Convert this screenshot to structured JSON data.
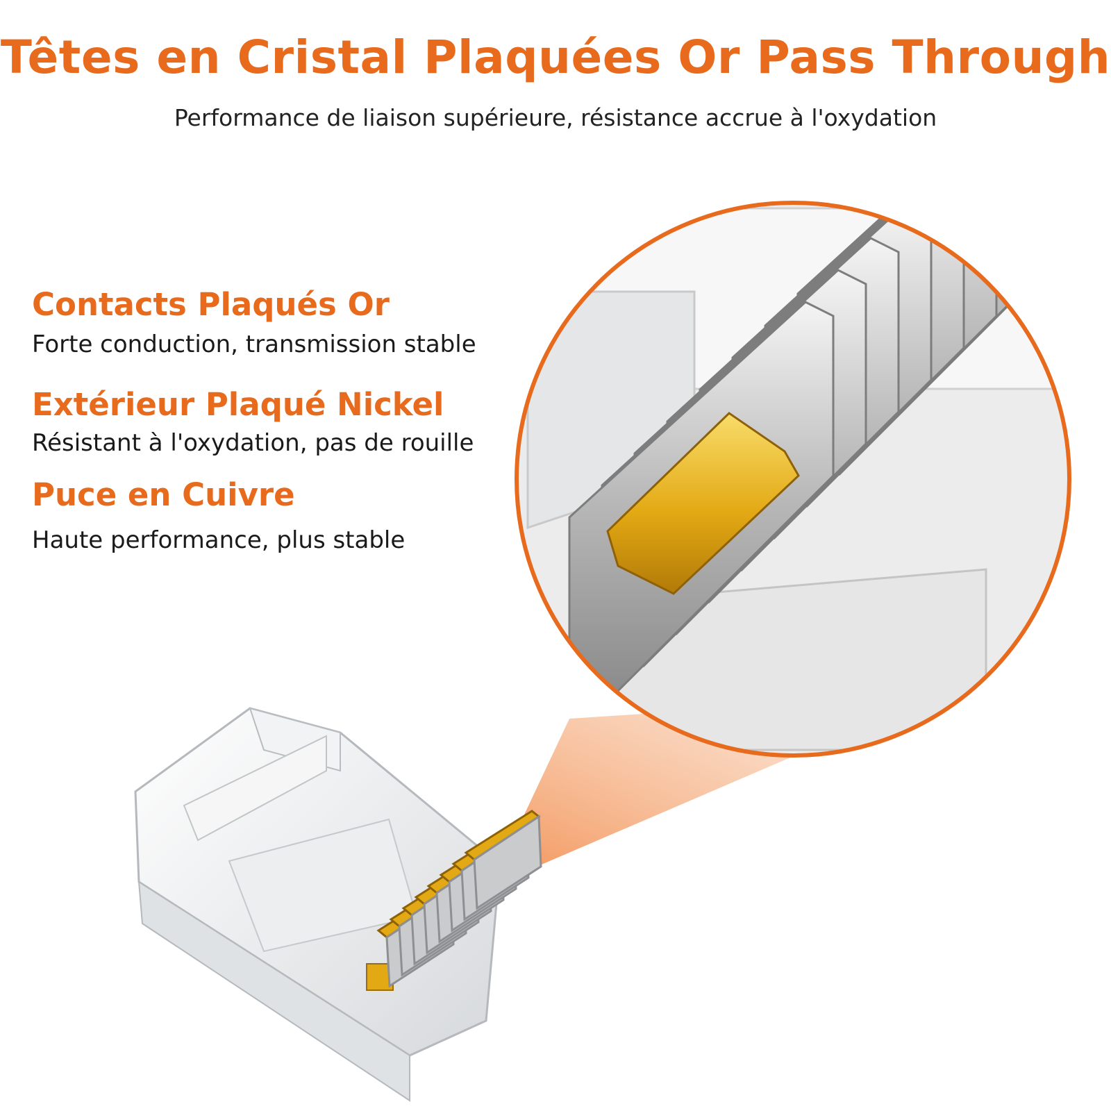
{
  "header": {
    "title": "Têtes en Cristal Plaquées Or Pass Through",
    "subtitle": "Performance de liaison supérieure, résistance accrue à l'oxydation"
  },
  "features": [
    {
      "heading": "Contacts Plaqués Or",
      "description": "Forte conduction, transmission stable"
    },
    {
      "heading": "Extérieur Plaqué Nickel",
      "description": "Résistant à l'oxydation, pas de rouille"
    },
    {
      "heading": "Puce en Cuivre",
      "description": "Haute performance, plus stable"
    }
  ],
  "colors": {
    "accent": "#e86a1c",
    "gold": "#e8b51a",
    "text": "#1a1a1a"
  },
  "illustration": {
    "main_image": "rj45-connector-image",
    "zoom_image": "gold-contacts-zoom-image"
  }
}
